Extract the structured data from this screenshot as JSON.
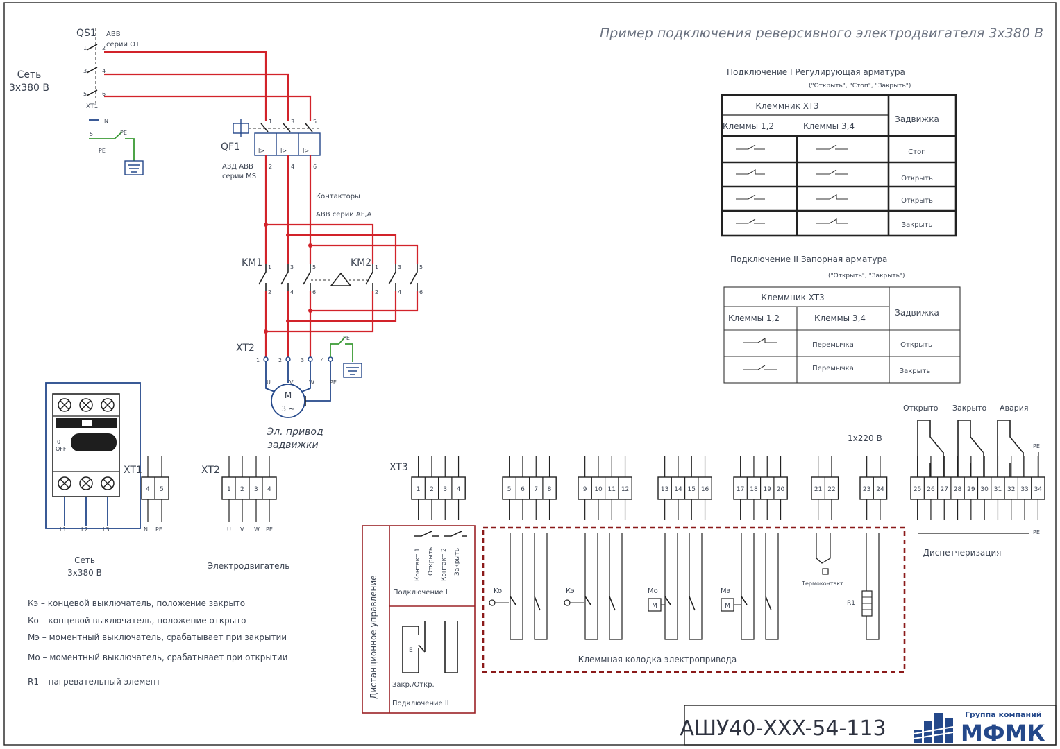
{
  "title": "Пример подключения реверсивного электродвигателя 3х380 В",
  "network": {
    "line1": "Сеть",
    "line2": "3х380 В"
  },
  "qs1": {
    "label": "QS1",
    "brand": "ABB",
    "series": "серии ОТ",
    "pins": [
      "1",
      "2",
      "3",
      "4",
      "5",
      "6"
    ]
  },
  "xt1_top": {
    "label": "XT1",
    "n": "N",
    "pe": "PE",
    "pe_pin": "5",
    "pe_out": "PE"
  },
  "qf1": {
    "label": "QF1",
    "type": "АЗД ABB",
    "series": "серии MS",
    "top_pins": [
      "1",
      "3",
      "5"
    ],
    "bottom_pins": [
      "2",
      "4",
      "6"
    ],
    "trip_mark": "I>"
  },
  "contactors_note": {
    "line1": "Контакторы",
    "line2": "ABB серии AF,A"
  },
  "km1": {
    "label": "KM1",
    "top_pins": [
      "1",
      "3",
      "5"
    ],
    "bottom_pins": [
      "2",
      "4",
      "6"
    ]
  },
  "km2": {
    "label": "KM2",
    "top_pins": [
      "1",
      "3",
      "5"
    ],
    "bottom_pins": [
      "2",
      "4",
      "6"
    ]
  },
  "xt2_top": {
    "label": "XT2",
    "pins": [
      "1",
      "2",
      "3",
      "4"
    ],
    "pe": "PE",
    "motor_pins": [
      "U",
      "V",
      "W",
      "PE"
    ]
  },
  "motor": {
    "letter": "M",
    "phase": "3 ~",
    "caption1": "Эл. привод",
    "caption2": "задвижки"
  },
  "table1": {
    "heading": "Подключение I   Регулирующая арматура",
    "sub": "(\"Открыть\", \"Стоп\", \"Закрыть\")",
    "group": "Клеммник XT3",
    "col1": "Клеммы 1,2",
    "col2": "Клеммы 3,4",
    "col3": "Задвижка",
    "rows": [
      "Стоп",
      "Открыть",
      "Открыть",
      "Закрыть"
    ]
  },
  "table2": {
    "heading": "Подключение II     Запорная арматура",
    "sub": "(\"Открыть\", \"Закрыть\")",
    "group": "Клеммник XT3",
    "col1": "Клеммы 1,2",
    "col2": "Клеммы 3,4",
    "col3": "Задвижка",
    "jumper": "Перемычка",
    "rows": [
      "Открыть",
      "Закрыть"
    ]
  },
  "breaker_block": {
    "off_label": "0\nOFF",
    "outputs": [
      "L1",
      "L2",
      "L3"
    ]
  },
  "xt1_block": {
    "label": "XT1",
    "terminals": [
      "4",
      "5"
    ],
    "outputs": [
      "N",
      "PE"
    ],
    "caption1": "Сеть",
    "caption2": "3х380 В"
  },
  "xt2_block": {
    "label": "XT2",
    "terminals": [
      "1",
      "2",
      "3",
      "4"
    ],
    "outputs": [
      "U",
      "V",
      "W",
      "PE"
    ],
    "caption": "Электродвигатель"
  },
  "xt3_block": {
    "label": "XT3",
    "groups": [
      [
        "1",
        "2",
        "3",
        "4"
      ],
      [
        "5",
        "6",
        "7",
        "8"
      ],
      [
        "9",
        "10",
        "11",
        "12"
      ],
      [
        "13",
        "14",
        "15",
        "16"
      ],
      [
        "17",
        "18",
        "19",
        "20"
      ],
      [
        "21",
        "22"
      ],
      [
        "23",
        "24"
      ],
      [
        "25",
        "26",
        "27",
        "28",
        "29",
        "30",
        "31",
        "32",
        "33",
        "34"
      ]
    ]
  },
  "supply_1x220": "1х220 В",
  "dispatch": {
    "open": "Открыто",
    "closed": "Закрыто",
    "alarm": "Авария",
    "pe": "PE",
    "caption": "Диспетчеризация"
  },
  "remote": {
    "vertical": "Дистанционное управление",
    "contacts": [
      "Контакт 1",
      "Открыть",
      "Контакт 2",
      "Закрыть"
    ],
    "conn1": "Подключение I",
    "close_open": "Закр./Откр.",
    "conn2": "Подключение II"
  },
  "actuator": {
    "caption": "Клеммная колодка электропривода",
    "ko": "Ko",
    "kz": "Кэ",
    "mo": "Mo",
    "mz": "Mэ",
    "m": "M",
    "thermo": "Термоконтакт",
    "r1": "R1"
  },
  "legend": [
    "Кэ –  концевой выключатель, положение закрыто",
    "Ко  – концевой выключатель, положение открыто",
    "Мэ –  моментный выключатель, срабатывает при закрытии",
    "Мо  –  моментный выключатель, срабатывает при открытии",
    "R1 – нагревательный элемент"
  ],
  "stamp": {
    "code": "АШУ40-XXX-54-113",
    "group": "Группа компаний",
    "brand": "МФМК"
  },
  "colors": {
    "phase": "#d2232a",
    "neutral": "#24488a",
    "earth": "#3b9b35",
    "remote_frame": "#9b2226",
    "actuator_frame": "#8b1a1a",
    "brand": "#24488a"
  }
}
